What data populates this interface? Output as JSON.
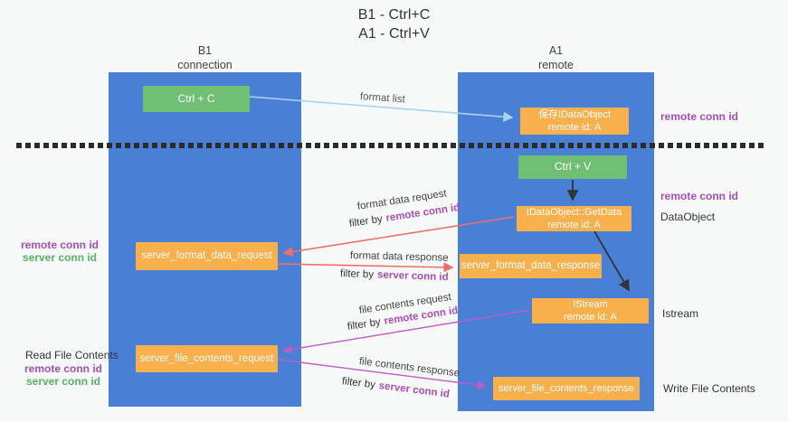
{
  "title": {
    "line1": "B1 - Ctrl+C",
    "line2": "A1 - Ctrl+V"
  },
  "lanes": {
    "left": {
      "name": "B1",
      "role": "connection"
    },
    "right": {
      "name": "A1",
      "role": "remote"
    }
  },
  "nodes": {
    "ctrl_c": {
      "label": "Ctrl + C"
    },
    "ctrl_v": {
      "label": "Ctrl + V"
    },
    "save_idataobject": {
      "line1": "保存IDataObject",
      "line2": "remote id: A"
    },
    "idataobject_getdata": {
      "line1": "IDataObject::GetData",
      "line2": "remote id: A"
    },
    "istream": {
      "line1": "IStream",
      "line2": "remote id: A"
    },
    "server_format_data_request": {
      "label": "server_format_data_request"
    },
    "server_format_data_response": {
      "label": "server_format_data_response"
    },
    "server_file_contents_request": {
      "label": "server_file_contents_request"
    },
    "server_file_contents_response": {
      "label": "server_file_contents_response"
    }
  },
  "side_labels": {
    "remote_conn_id_top": "remote conn id",
    "remote_conn_id_mid": "remote conn id",
    "dataobject": "DataObject",
    "istream": "Istream",
    "write_file_contents": "Write File Contents",
    "read_file_contents": "Read File Contents",
    "left_group1": {
      "remote": "remote conn id",
      "server": "server conn id"
    },
    "left_group2": {
      "remote": "remote conn id",
      "server": "server conn id"
    }
  },
  "arrows": {
    "format_list": {
      "label": "format list"
    },
    "format_data_request": {
      "label": "format data request",
      "filter_prefix": "filter by",
      "filter_id": "remote conn id"
    },
    "format_data_response": {
      "label": "format data response",
      "filter_prefix": "filter by",
      "filter_id": "server conn id"
    },
    "file_contents_request": {
      "label": "file contents request",
      "filter_prefix": "filter by",
      "filter_id": "remote conn id"
    },
    "file_contents_response": {
      "label": "file contents response",
      "filter_prefix": "filter by",
      "filter_id": "server conn id"
    }
  },
  "colors": {
    "lane_blue": "#4a7fd6",
    "node_green": "#71bf74",
    "node_orange": "#f8b04c",
    "arrow_lightblue": "#a9d3ee",
    "arrow_salmon": "#ee6f6c",
    "arrow_magenta": "#c45ac8",
    "arrow_black": "#333333",
    "text_purple": "#a64db6",
    "text_green": "#55b266",
    "background": "#f7f8f8"
  }
}
